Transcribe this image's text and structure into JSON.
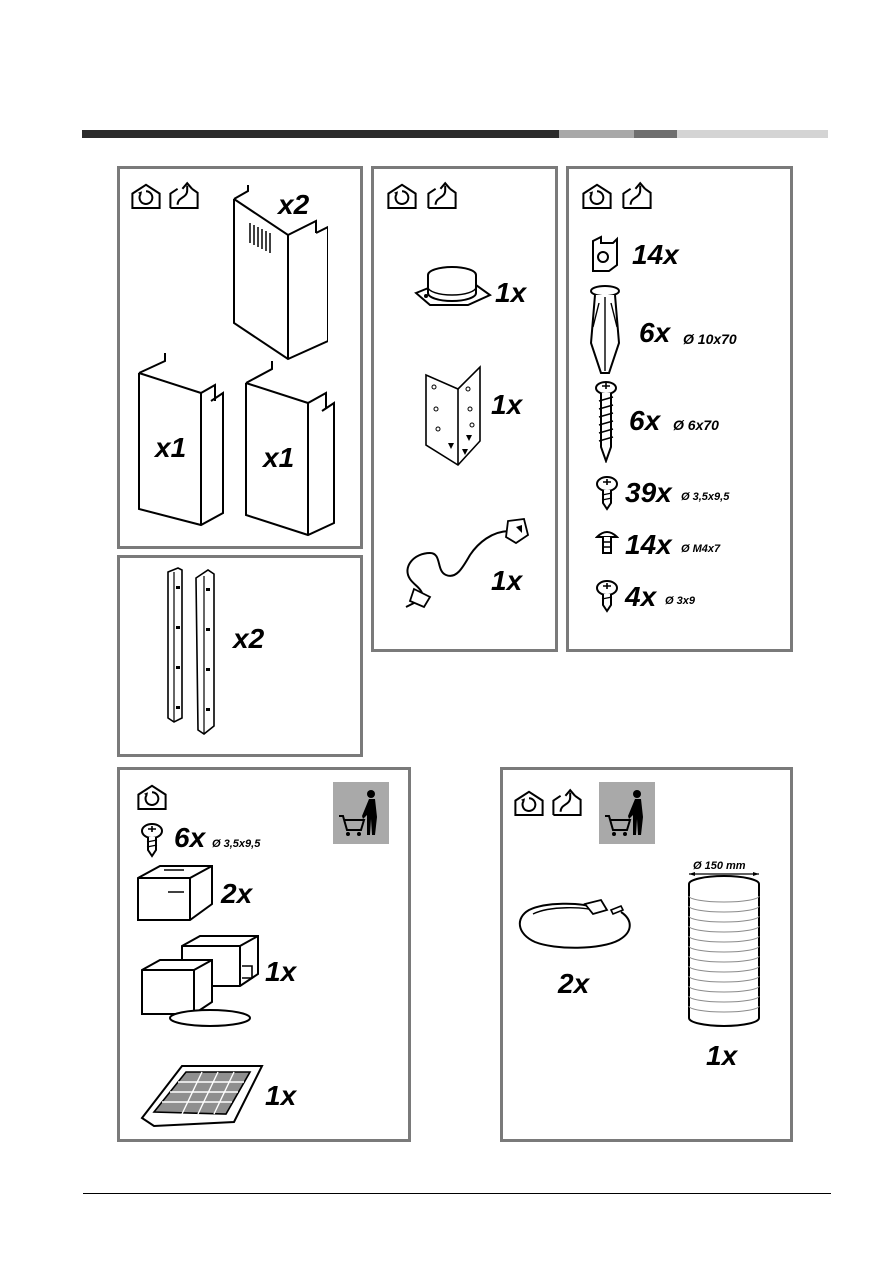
{
  "header_bar": {
    "segments": [
      {
        "color": "#2b2b2b"
      },
      {
        "color": "#a8a8a8"
      },
      {
        "color": "#6e6e6e"
      },
      {
        "color": "#d4d4d4"
      }
    ]
  },
  "icons": {
    "recirculation": "recirculation-mode-icon",
    "extraction": "extraction-mode-icon",
    "cart": "purchase-separately-icon"
  },
  "panel_chimney": {
    "upper_qty": "x2",
    "lower_left_qty": "x1",
    "lower_right_qty": "x1"
  },
  "panel_brackets": {
    "qty": "x2"
  },
  "panel_accessories": {
    "flange_qty": "1x",
    "deflector_qty": "1x",
    "power_cable_qty": "1x"
  },
  "panel_hardware": {
    "items": [
      {
        "qty": "14x",
        "dim": ""
      },
      {
        "qty": "6x",
        "dim": "Ø 10x70"
      },
      {
        "qty": "6x",
        "dim": "Ø 6x70"
      },
      {
        "qty": "39x",
        "dim": "Ø 3,5x9,5"
      },
      {
        "qty": "14x",
        "dim": "Ø M4x7"
      },
      {
        "qty": "4x",
        "dim": "Ø 3x9"
      }
    ]
  },
  "panel_recirc_kit": {
    "screw_qty": "6x",
    "screw_dim": "Ø 3,5x9,5",
    "adapter_qty": "2x",
    "transition_qty": "1x",
    "filter_qty": "1x"
  },
  "panel_duct_kit": {
    "diameter_label": "Ø 150 mm",
    "clamp_qty": "2x",
    "hose_qty": "1x"
  }
}
